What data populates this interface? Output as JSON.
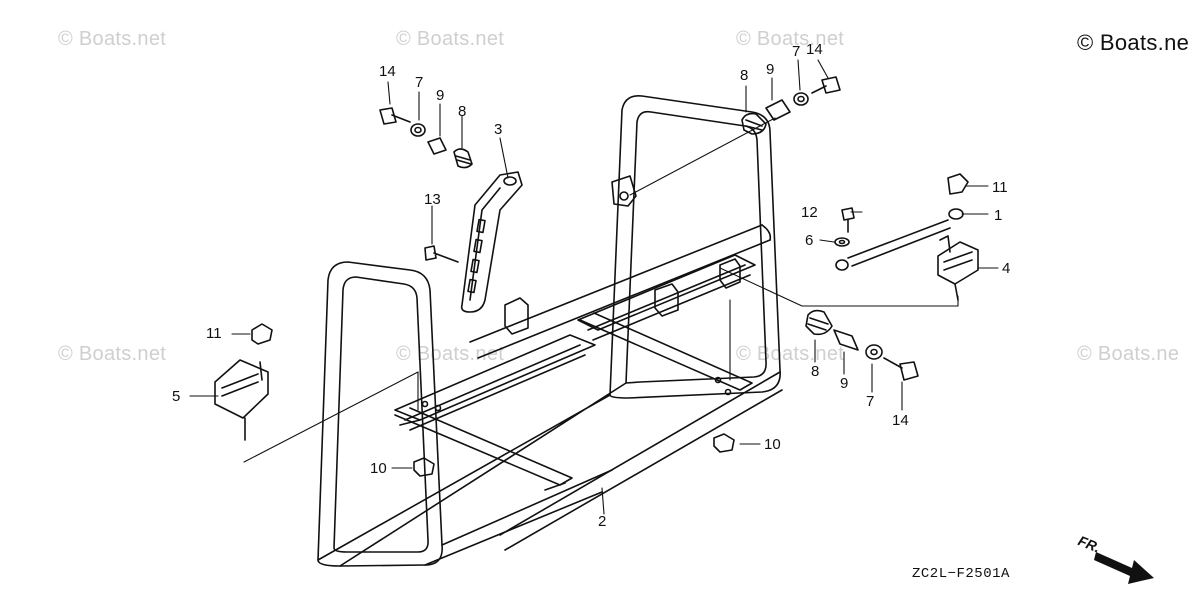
{
  "watermarks": [
    "© Boats.net",
    "© Boats.net",
    "© Boats.net",
    "© Boats.ne",
    "© Boats.net",
    "© Boats.net",
    "© Boats.net",
    "© Boats.ne"
  ],
  "callouts": {
    "c14a": "14",
    "c7a": "7",
    "c9a": "9",
    "c8a": "8",
    "c3": "3",
    "c8b": "8",
    "c9b": "9",
    "c7b": "7",
    "c14b": "14",
    "c11a": "11",
    "c12": "12",
    "c1": "1",
    "c6": "6",
    "c4": "4",
    "c13": "13",
    "c11b": "11",
    "c5": "5",
    "c8c": "8",
    "c9c": "9",
    "c7c": "7",
    "c14c": "14",
    "c10a": "10",
    "c10b": "10",
    "c2": "2"
  },
  "diagram_code": "ZC2L−F2501A",
  "front_marker": "FR."
}
